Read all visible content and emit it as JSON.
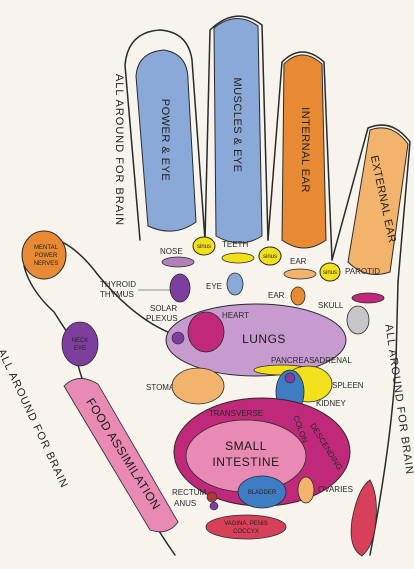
{
  "colors": {
    "outline": "#2a2a2a",
    "blue": "#8aa8d8",
    "orange": "#e88a34",
    "peach": "#f2b36c",
    "purple": "#b081b8",
    "magenta": "#c0297a",
    "pink": "#e88ab4",
    "yellow": "#f2e01a",
    "violet": "#7e3e9e",
    "red": "#d8405a",
    "lilac": "#c79bd0"
  },
  "fingers": {
    "index": "POWER & EYE",
    "middle": "MUSCLES & EYE",
    "ring": "INTERNAL EAR",
    "little": "EXTERNAL EAR",
    "thumb_tip_line1": "MENTAL",
    "thumb_tip_line2": "POWER",
    "thumb_tip_line3": "NERVES"
  },
  "edges": {
    "top_left": "ALL AROUND FOR BRAIN",
    "left": "ALL AROUND FOR BRAIN",
    "right": "ALL AROUND FOR BRAIN"
  },
  "labels": {
    "nose": "NOSE",
    "sinus": "sinus",
    "teeth": "TEETH",
    "ear_top": "EAR",
    "parotid": "PAROTID",
    "thyroid": "THYROID",
    "thymus": "THYMUS",
    "eye": "EYE",
    "ear": "EAR",
    "skull": "SKULL",
    "solar_plexus_1": "SOLAR",
    "solar_plexus_2": "PLEXUS",
    "heart": "HEART",
    "lungs": "LUNGS",
    "neck_eye_1": "NECK",
    "neck_eye_2": "EYE",
    "pancreas": "PANCREAS",
    "adrenal": "ADRENAL",
    "stomach": "STOMACH",
    "spleen": "SPLEEN",
    "kidney": "KIDNEY",
    "transverse": "TRANSVERSE",
    "colon": "COLON",
    "descending": "DESCENDING",
    "small_intestine_1": "SMALL",
    "small_intestine_2": "INTESTINE",
    "food_assimilation": "FOOD ASSIMILATION",
    "rectum": "RECTUM",
    "anus": "ANUS",
    "bladder": "BLADDER",
    "ovaries": "OVARIES",
    "vagina_1": "VAGINA, PENIS",
    "vagina_2": "COCCYX"
  }
}
